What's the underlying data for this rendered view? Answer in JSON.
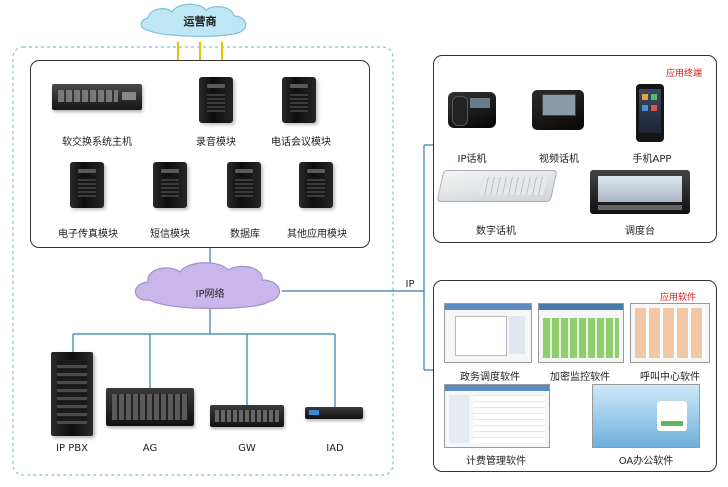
{
  "cloud": {
    "label": "运营商"
  },
  "network": {
    "label": "IP网络",
    "ip_label": "IP"
  },
  "core_modules": [
    {
      "label": "软交换系统主机"
    },
    {
      "label": "录音模块"
    },
    {
      "label": "电话会议模块"
    },
    {
      "label": "电子传真模块"
    },
    {
      "label": "短信模块"
    },
    {
      "label": "数据库"
    },
    {
      "label": "其他应用模块"
    }
  ],
  "gateways": [
    {
      "label": "IP PBX"
    },
    {
      "label": "AG"
    },
    {
      "label": "GW"
    },
    {
      "label": "IAD"
    }
  ],
  "terminals": {
    "title": "应用终端",
    "items": [
      {
        "label": "IP话机"
      },
      {
        "label": "视频话机"
      },
      {
        "label": "手机APP"
      },
      {
        "label": "数字话机"
      },
      {
        "label": "调度台"
      }
    ]
  },
  "software": {
    "title": "应用软件",
    "items": [
      {
        "label": "政务调度软件"
      },
      {
        "label": "加密监控软件"
      },
      {
        "label": "呼叫中心软件"
      },
      {
        "label": "计费管理软件"
      },
      {
        "label": "OA办公软件"
      }
    ]
  },
  "colors": {
    "cloud": "#bfe6f5",
    "ip_cloud": "#c9b6ea",
    "dashed": "#7fc3d8",
    "line": "#2f7fa8",
    "accent": "#e01a1a"
  }
}
